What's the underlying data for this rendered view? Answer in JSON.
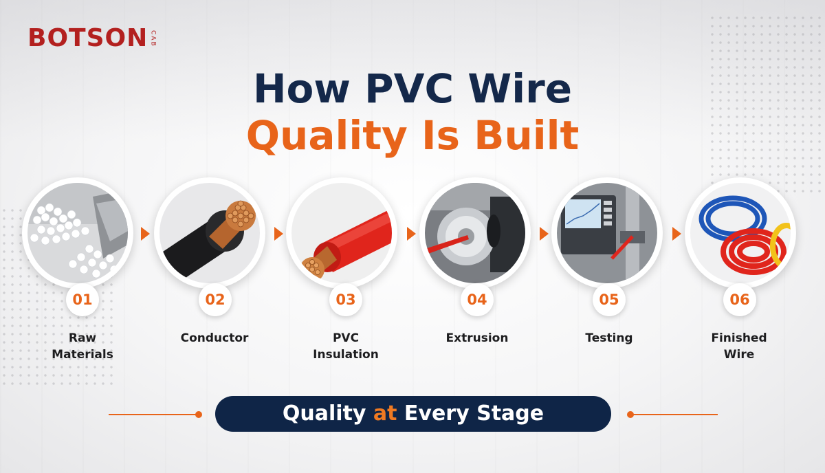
{
  "brand": {
    "name": "BOTSON",
    "sub": "CAB",
    "color": "#b3201f"
  },
  "headline": {
    "line1": "How PVC Wire",
    "line2": "Quality Is Built",
    "line1_color": "#14284a",
    "line2_color": "#e8641a"
  },
  "steps": [
    {
      "number": "01",
      "label_lines": [
        "Raw",
        "Materials"
      ],
      "image": "white-pvc-pellets-icon"
    },
    {
      "number": "02",
      "label_lines": [
        "Conductor"
      ],
      "image": "copper-conductor-cable-icon"
    },
    {
      "number": "03",
      "label_lines": [
        "PVC",
        "Insulation"
      ],
      "image": "red-insulated-wire-icon"
    },
    {
      "number": "04",
      "label_lines": [
        "Extrusion"
      ],
      "image": "extrusion-machine-icon"
    },
    {
      "number": "05",
      "label_lines": [
        "Testing"
      ],
      "image": "testing-equipment-icon"
    },
    {
      "number": "06",
      "label_lines": [
        "Finished",
        "Wire"
      ],
      "image": "wire-coils-icon"
    }
  ],
  "banner": {
    "part1": "Quality ",
    "accent": "at",
    "part2": " Every Stage"
  },
  "colors": {
    "accent": "#e8641a",
    "navy": "#0f2547"
  }
}
